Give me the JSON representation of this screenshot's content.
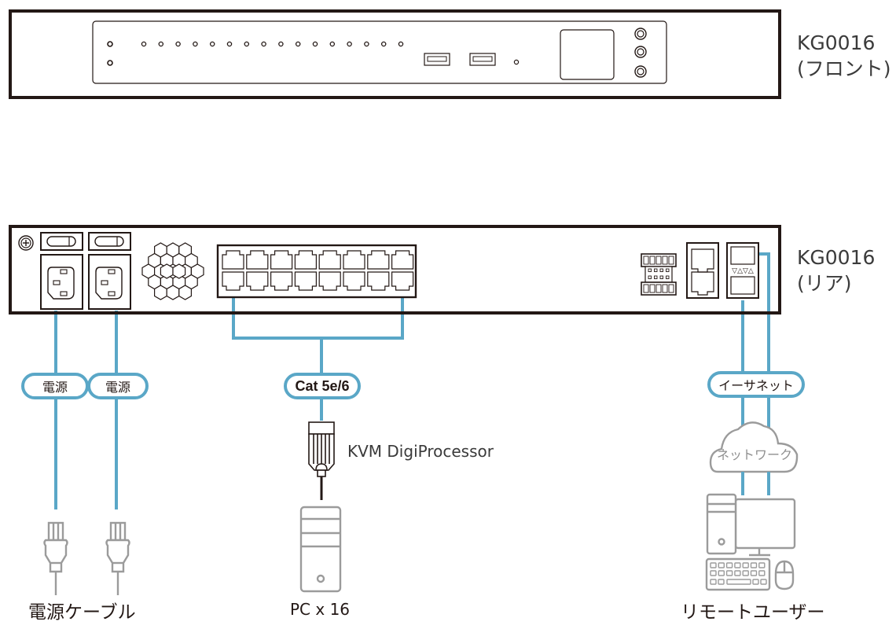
{
  "title": "KG0016 connection diagram",
  "colors": {
    "device_outline": "#231815",
    "cable": "#5aa7c7",
    "icon_gray": "#9b9b9b",
    "text": "#231815"
  },
  "front": {
    "model": "KG0016",
    "view": "(フロント)",
    "port_leds": 16,
    "usb_ports": 2,
    "buttons": 3
  },
  "rear": {
    "model": "KG0016",
    "view": "(リア)",
    "power_inlets": 2,
    "kvm_ports": 16,
    "lan_ports": 2
  },
  "cables": {
    "power1": "電源",
    "power2": "電源",
    "cat": "Cat 5e/6",
    "ethernet": "イーサネット"
  },
  "devices": {
    "processor": "KVM DigiProcessor",
    "network": "ネットワーク",
    "power_cable": "電源ケーブル",
    "pc": "PC x 16",
    "remote_user": "リモートユーザー"
  }
}
